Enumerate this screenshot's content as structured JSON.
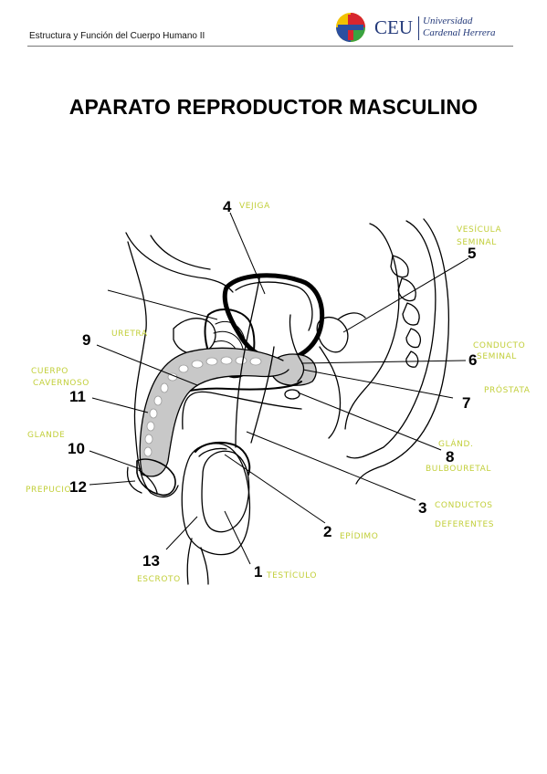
{
  "header": {
    "course": "Estructura y Función del Cuerpo Humano II",
    "logo_ceu": "CEU",
    "logo_line1": "Universidad",
    "logo_line2": "Cardenal Herrera",
    "logo_colors": {
      "yellow": "#f2c200",
      "red": "#d7262f",
      "blue": "#2a4fa0",
      "green": "#3aa341",
      "text": "#243a7a"
    }
  },
  "title": "APARATO REPRODUCTOR MASCULINO",
  "diagram": {
    "line_color": "#000000",
    "handwriting_color": "#c2cf3a",
    "organ_fill": "#c8c8c8",
    "labels": [
      {
        "number": "1",
        "note": "TESTÍCULO"
      },
      {
        "number": "2",
        "note": "EPÍDIMO"
      },
      {
        "number": "3",
        "note": "CONDUCTOS DEFERENTES"
      },
      {
        "number": "4",
        "note": "VEJIGA"
      },
      {
        "number": "5",
        "note": "VESÍCULA SEMINAL"
      },
      {
        "number": "6",
        "note": "CONDUCTO SEMINAL"
      },
      {
        "number": "7",
        "note": "PRÓSTATA"
      },
      {
        "number": "8",
        "note": "GLÁND. BULBOURETAL"
      },
      {
        "number": "9",
        "note": "URETRA"
      },
      {
        "number": "10",
        "note": "GLANDE"
      },
      {
        "number": "11",
        "note": "CUERPO CAVERNOSO"
      },
      {
        "number": "12",
        "note": "PREPUCIO"
      },
      {
        "number": "13",
        "note": "ESCROTO"
      }
    ]
  }
}
